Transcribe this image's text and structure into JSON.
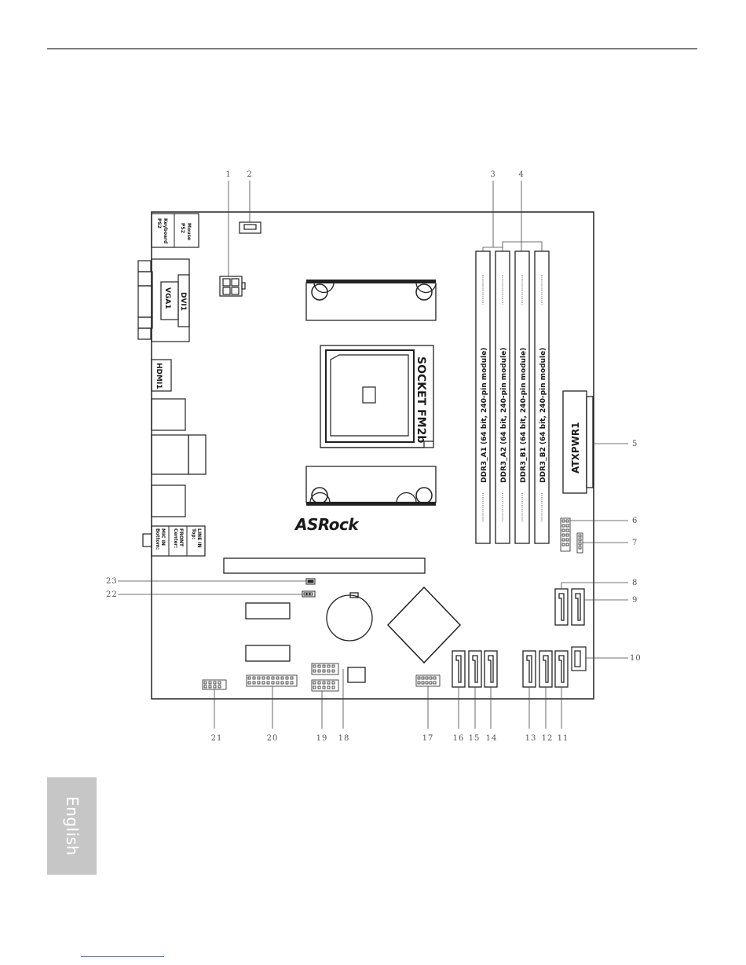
{
  "labels": {
    "ps2_keyboard": [
      "PS2",
      "Keyboard"
    ],
    "ps2_mouse": [
      "PS2",
      "Mouse"
    ],
    "dvi": "DVI1",
    "vga": "VGA1",
    "hdmi": "HDMI1",
    "socket": "SOCKET FM2b",
    "dimm_a1": "DDR3_A1 (64 bit, 240-pin module)",
    "dimm_a2": "DDR3_A2 (64 bit, 240-pin module)",
    "dimm_b1": "DDR3_B1 (64 bit, 240-pin module)",
    "dimm_b2": "DDR3_B2 (64 bit, 240-pin module)",
    "atx": "ATXPWR1",
    "brand": "ASRock",
    "audio_top": [
      "Top:",
      "LINE IN"
    ],
    "audio_center": [
      "Center:",
      "FRONT"
    ],
    "audio_bottom": [
      "Bottom:",
      "MIC IN"
    ]
  },
  "callouts": [
    "1",
    "2",
    "3",
    "4",
    "5",
    "6",
    "7",
    "8",
    "9",
    "10",
    "11",
    "12",
    "13",
    "14",
    "15",
    "16",
    "17",
    "18",
    "19",
    "20",
    "21",
    "22",
    "23"
  ],
  "side_tab": "English"
}
